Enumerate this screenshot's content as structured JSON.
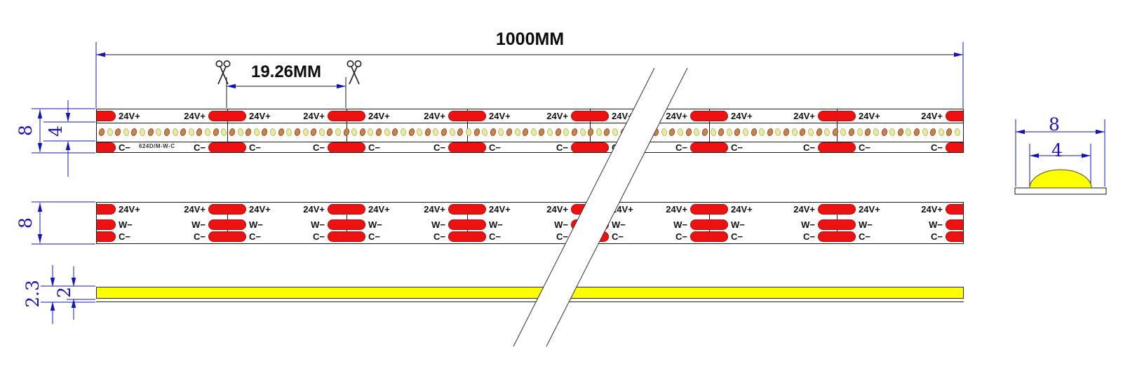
{
  "drawing": {
    "total_length_label": "1000MM",
    "cut_length_label": "19.26MM",
    "part_number": "624D/M-W-C",
    "pad_labels": {
      "positive": "24V+",
      "warm": "W−",
      "cool": "C−"
    },
    "side_dims": {
      "strip1_width": "8",
      "strip1_led_area": "4",
      "strip2_width": "8",
      "profile_total_height": "2.3",
      "profile_pcb_height": "2"
    },
    "section_dims": {
      "base_width": "8",
      "dome_width": "4"
    },
    "cut_positions": [
      323,
      493,
      665,
      840,
      1010,
      1192
    ],
    "colors": {
      "pad_red": "#ee1111",
      "pad_border": "#a51010",
      "dot_orange": "#c9834e",
      "dot_orange_border": "#9c4f1e",
      "dot_yellow": "#e9eba1",
      "dot_yellow_border": "#b9bd6e",
      "strip_yellow": "#ffff00",
      "dim_blue": "#1414b8",
      "line_dark": "#1a1a1a"
    }
  }
}
